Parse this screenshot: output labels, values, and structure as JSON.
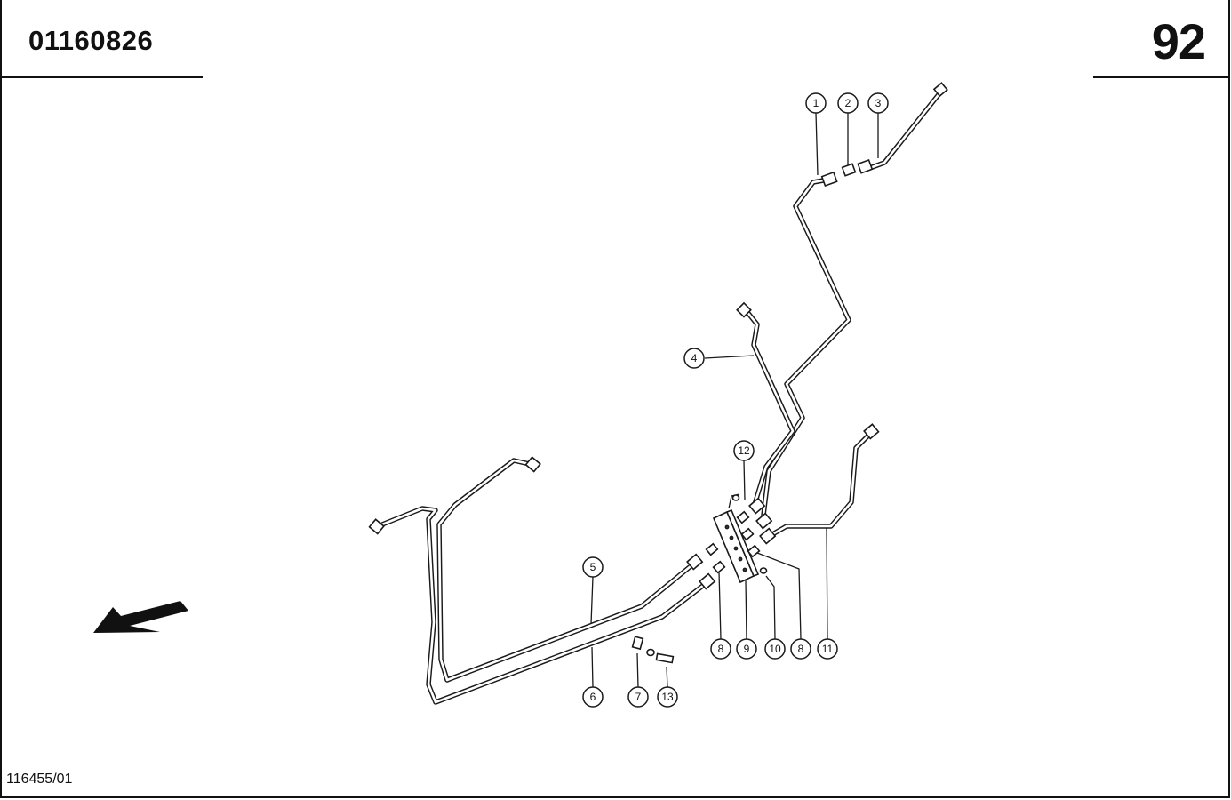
{
  "header": {
    "part_number": "01160826",
    "page_number": "92"
  },
  "footer": {
    "drawing_ref": "116455/01"
  },
  "callouts": [
    {
      "id": "c1",
      "label": "1"
    },
    {
      "id": "c2",
      "label": "2"
    },
    {
      "id": "c3",
      "label": "3"
    },
    {
      "id": "c4",
      "label": "4"
    },
    {
      "id": "c5",
      "label": "5"
    },
    {
      "id": "c6",
      "label": "6"
    },
    {
      "id": "c7",
      "label": "7"
    },
    {
      "id": "c8a",
      "label": "8"
    },
    {
      "id": "c9",
      "label": "9"
    },
    {
      "id": "c10",
      "label": "10"
    },
    {
      "id": "c8b",
      "label": "8"
    },
    {
      "id": "c11",
      "label": "11"
    },
    {
      "id": "c12",
      "label": "12"
    },
    {
      "id": "c13",
      "label": "13"
    }
  ],
  "icons": {
    "direction_arrow": "direction-arrow-icon"
  },
  "colors": {
    "ink": "#1a1a1a",
    "paper": "#ffffff"
  }
}
